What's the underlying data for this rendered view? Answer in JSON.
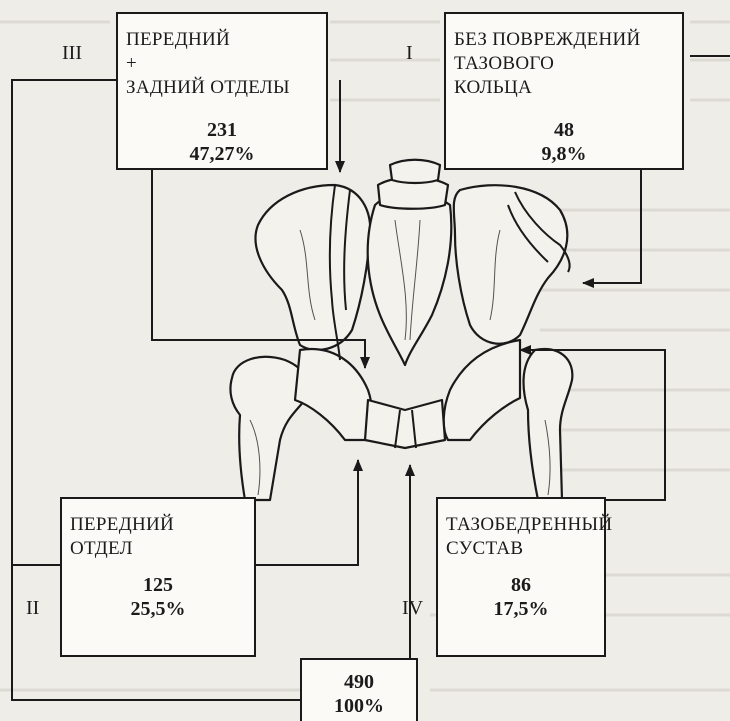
{
  "colors": {
    "ink": "#1a1a1a",
    "paper": "#fbfaf7",
    "page": "#efede8"
  },
  "boxes": {
    "iii": {
      "roman": "III",
      "title": "ПЕРЕДНИЙ\n+\nЗАДНИЙ ОТДЕЛЫ",
      "count": "231",
      "percent": "47,27%"
    },
    "i": {
      "roman": "I",
      "title": "БЕЗ ПОВРЕЖДЕНИЙ\nТАЗОВОГО\nКОЛЬЦА",
      "count": "48",
      "percent": "9,8%"
    },
    "ii": {
      "roman": "II",
      "title": "ПЕРЕДНИЙ\nОТДЕЛ",
      "count": "125",
      "percent": "25,5%"
    },
    "iv": {
      "roman": "IV",
      "title": "ТАЗОБЕДРЕННЫЙ\nСУСТАВ",
      "count": "86",
      "percent": "17,5%"
    },
    "total": {
      "count": "490",
      "percent": "100%"
    }
  },
  "illustration": {
    "icon": "pelvis-skeleton-icon"
  }
}
